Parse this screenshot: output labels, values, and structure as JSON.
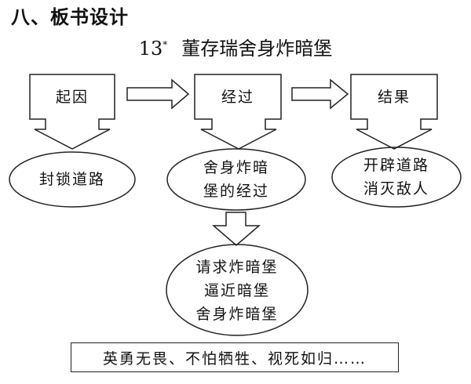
{
  "section_heading": "八、板书设计",
  "lesson": {
    "number": "13",
    "mark": "*",
    "title": "董存瑞舍身炸暗堡"
  },
  "stages": [
    {
      "label": "起因",
      "outcome": [
        "封锁道路"
      ]
    },
    {
      "label": "经过",
      "outcome": [
        "舍身炸暗",
        "堡的经过"
      ]
    },
    {
      "label": "结果",
      "outcome": [
        "开辟道路",
        "消灭敌人"
      ]
    }
  ],
  "process_steps": [
    "请求炸暗堡",
    "逼近暗堡",
    "舍身炸暗堡"
  ],
  "summary": "英勇无畏、不怕牺牲、视死如归……"
}
